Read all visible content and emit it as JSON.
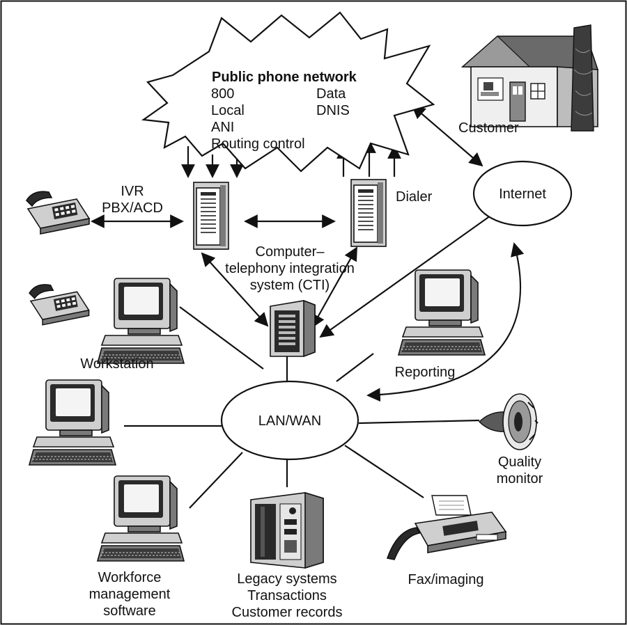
{
  "cloud": {
    "title": "Public phone network",
    "left_items": [
      "800",
      "Local",
      "ANI",
      "Routing control"
    ],
    "right_items": [
      "Data",
      "DNIS"
    ]
  },
  "labels": {
    "customer": "Customer",
    "internet": "Internet",
    "ivr": "IVR",
    "pbx_acd": "PBX/ACD",
    "dialer": "Dialer",
    "cti_line1": "Computer–",
    "cti_line2": "telephony integration",
    "cti_line3": "system (CTI)",
    "workstation": "Workstation",
    "reporting": "Reporting",
    "lan_wan": "LAN/WAN",
    "quality_line1": "Quality",
    "quality_line2": "monitor",
    "workforce_line1": "Workforce",
    "workforce_line2": "management",
    "workforce_line3": "software",
    "legacy_line1": "Legacy systems",
    "legacy_line2": "Transactions",
    "legacy_line3": "Customer records",
    "fax": "Fax/imaging"
  },
  "icons": [
    "cloud-shape",
    "house-icon",
    "telephone-icon",
    "server-tower-icon",
    "computer-workstation-icon",
    "mainframe-icon",
    "speaker-monitor-icon",
    "fax-machine-icon"
  ]
}
